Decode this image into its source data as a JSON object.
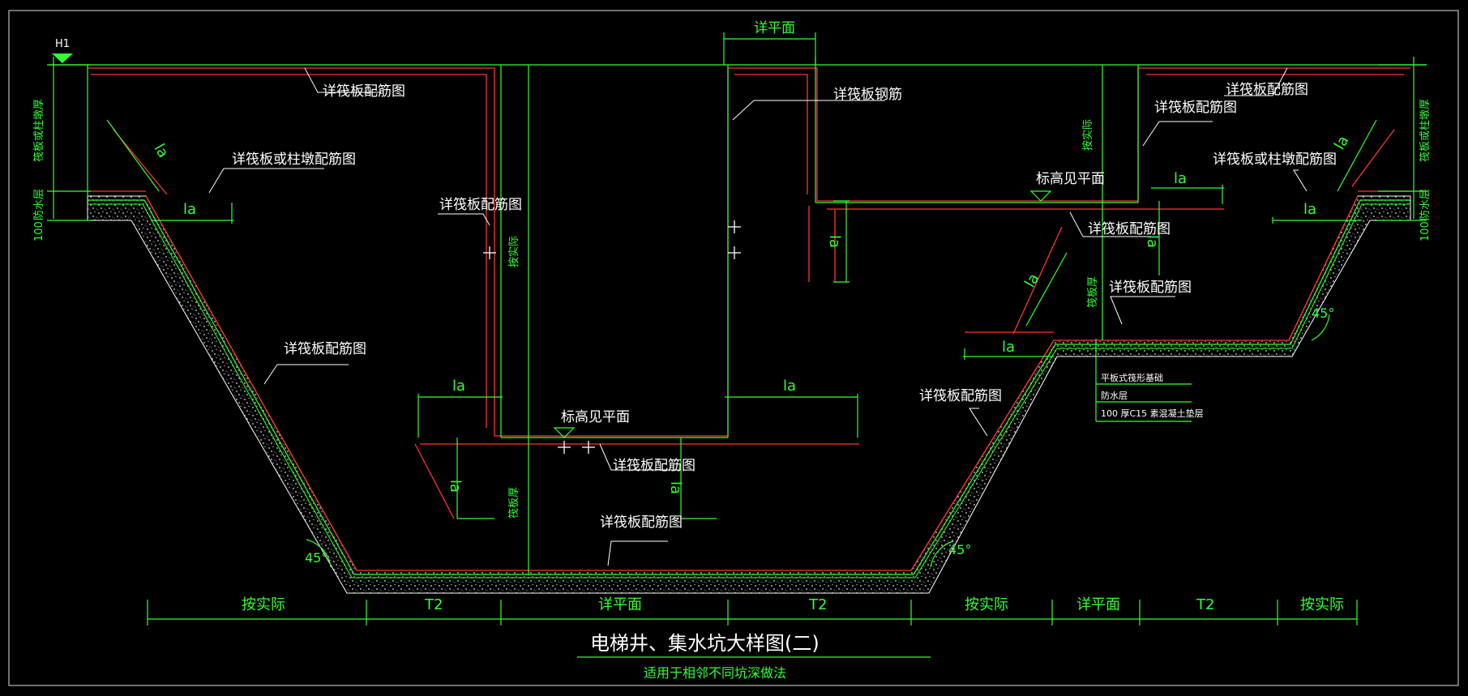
{
  "drawing": {
    "title": "电梯井、集水坑大样图(二)",
    "subtitle": "适用于相邻不同坑深做法",
    "elevation_tag": "H1",
    "la": "la",
    "angle": "45°",
    "left_edge": {
      "thickness": "筏板或柱墩厚",
      "waterproof": "防水层",
      "hundred": "100"
    },
    "right_edge": {
      "thickness": "筏板或柱墩厚",
      "waterproof": "防水层",
      "hundred": "100"
    },
    "callouts": {
      "top_left_rebar": "详筏板配筋图",
      "left_slab_or_pier": "详筏板或柱墩配筋图",
      "left_wall_inner": "详筏板配筋图",
      "left_slope": "详筏板配筋图",
      "elev_center": "标高见平面",
      "center_bottom_rebar": "详筏板配筋图",
      "bottom_rebar": "详筏板配筋图",
      "top_center_plan": "详平面",
      "top_center_rebar": "详筏板钢筋",
      "elev_right": "标高见平面",
      "right_mid_rebar": "详筏板配筋图",
      "right_low_rebar": "详筏板配筋图",
      "right_slope": "详筏板配筋图",
      "right_top_a": "详筏板配筋图",
      "right_top_b": "详筏板配筋图",
      "right_slab_or_pier": "详筏板或柱墩配筋图"
    },
    "vertical_labels": {
      "as_actual_left": "按实际",
      "raft_thickness_left": "筏板厚",
      "as_actual_right": "按实际",
      "raft_thickness_right": "筏板厚"
    },
    "layer_legend": [
      "平板式筏形基础",
      "防水层",
      "100  厚C15  素混凝土垫层"
    ],
    "bottom_dims": [
      "按实际",
      "T2",
      "详平面",
      "T2",
      "按实际",
      "详平面",
      "T2",
      "按实际"
    ]
  },
  "colors": {
    "background": "#000000",
    "green": "#33ff33",
    "red": "#ff3333",
    "white": "#ffffff",
    "cyan": "#33dddd",
    "frame": "#bbbbbb"
  }
}
